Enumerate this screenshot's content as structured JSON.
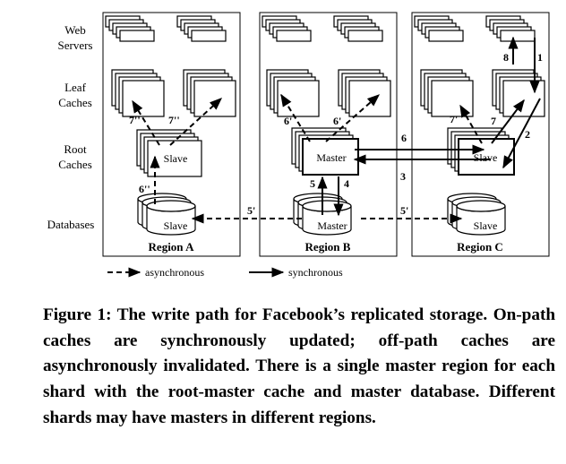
{
  "diagram": {
    "row_labels": {
      "web_servers": [
        "Web",
        "Servers"
      ],
      "leaf_caches": [
        "Leaf",
        "Caches"
      ],
      "root_caches": [
        "Root",
        "Caches"
      ],
      "databases": "Databases"
    },
    "regions": [
      "Region A",
      "Region B",
      "Region C"
    ],
    "nodes": {
      "region_a_root": "Slave",
      "region_a_db": "Slave",
      "region_b_root": "Master",
      "region_b_db": "Master",
      "region_c_root": "Slave",
      "region_c_db": "Slave"
    },
    "arrow_labels": {
      "c_1": "1",
      "c_2": "2",
      "bc_3": "3",
      "b_4": "4",
      "b_5": "5",
      "ab_5p": "5'",
      "bc_5p": "5'",
      "bc_6": "6",
      "b_6p_left": "6'",
      "b_6p_right": "6'",
      "a_6pp": "6''",
      "c_7": "7",
      "c_7p": "7'",
      "a_7pp_left": "7''",
      "a_7pp_right": "7''",
      "c_8": "8"
    },
    "legend": {
      "async": "asynchronous",
      "sync": "synchronous"
    }
  },
  "caption": "Figure 1: The write path for Facebook’s replicated storage. On-path caches are synchronously updated; off-path caches are asynchronously invalidated. There is a single master region for each shard with the root-master cache and master database. Different shards may have masters in different regions."
}
